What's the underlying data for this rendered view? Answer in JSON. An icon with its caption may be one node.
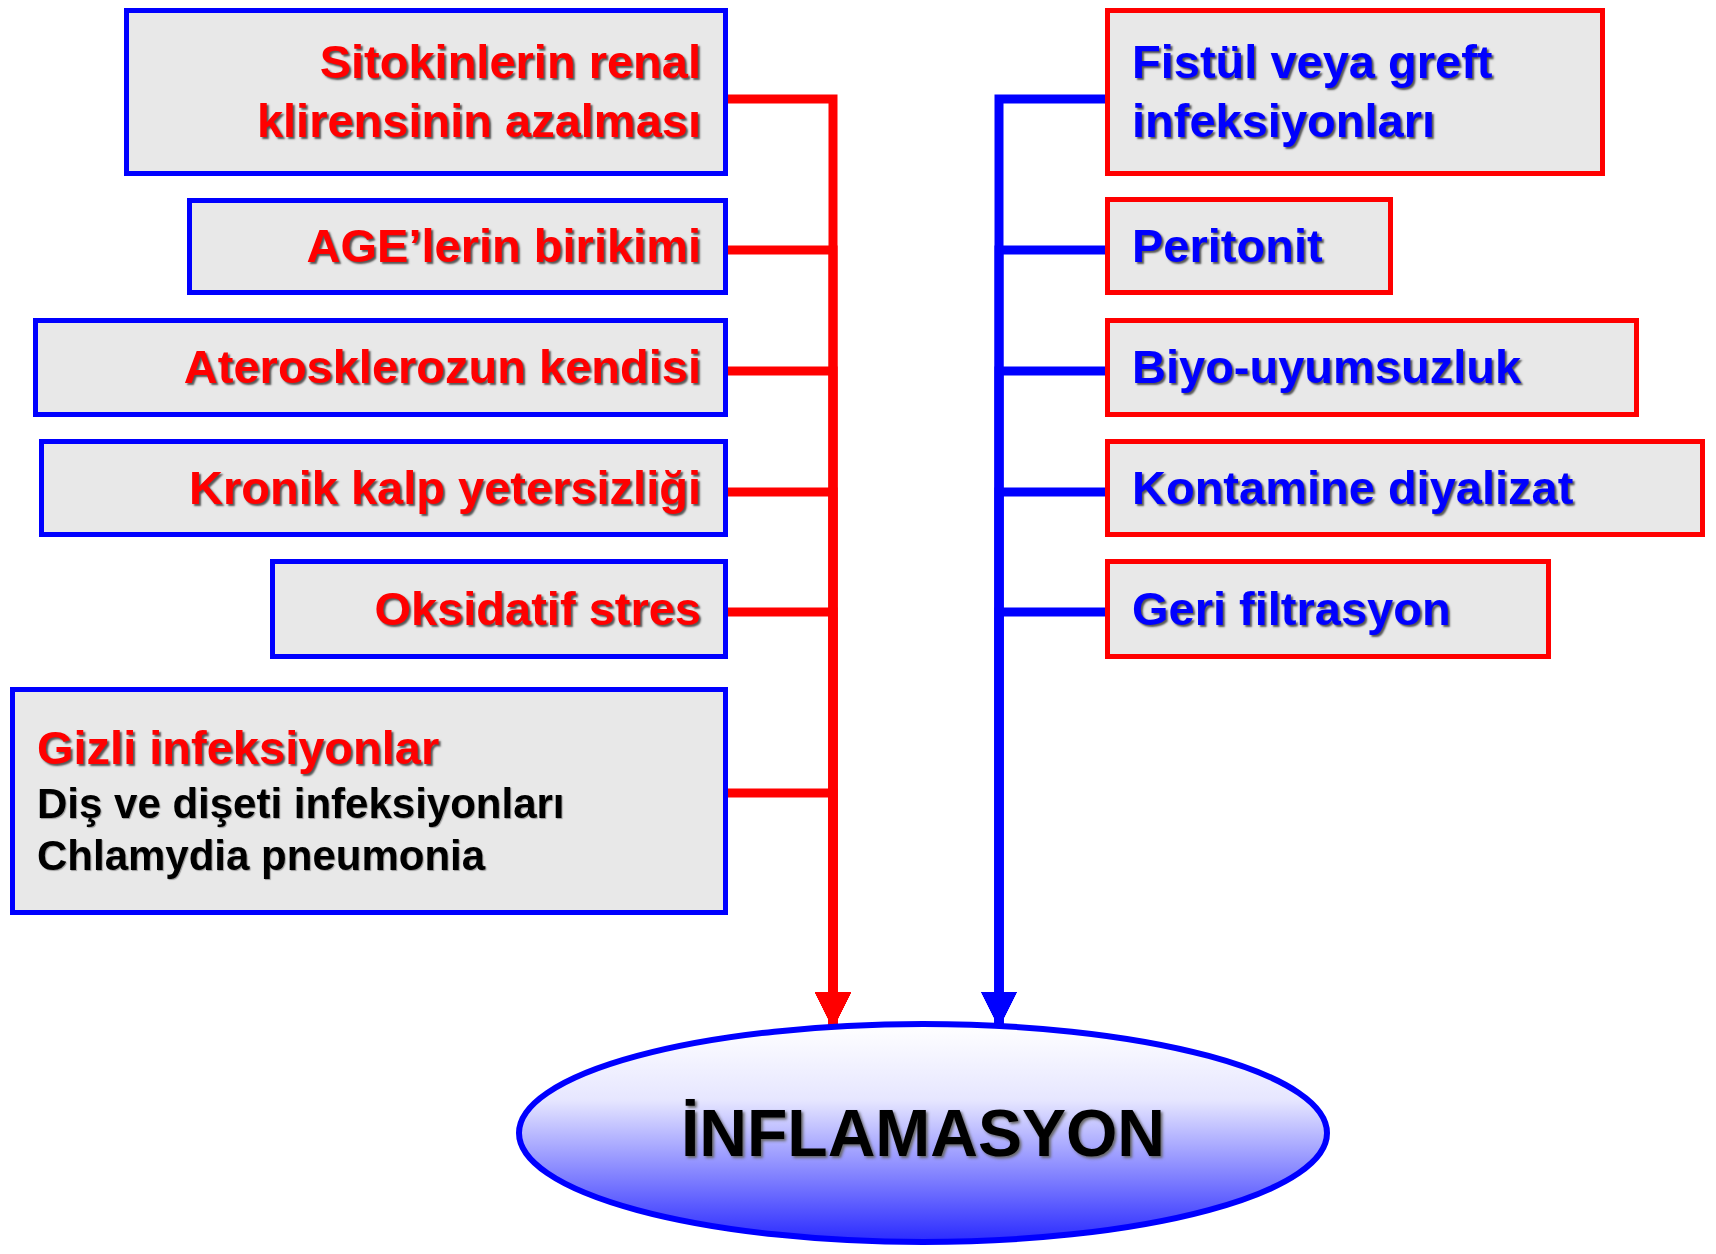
{
  "diagram": {
    "nodes": [
      {
        "text": [
          "Sitokinlerin renal klirensinin azalması"
        ]
      },
      {
        "text": [
          "AGE’lerin birikimi"
        ]
      },
      {
        "text": [
          "Aterosklerozun kendisi"
        ]
      },
      {
        "text": [
          "Kronik kalp yetersizliği"
        ]
      },
      {
        "text": [
          "Oksidatif stres"
        ]
      },
      {
        "text": [
          "Gizli infeksiyonlar",
          "Diş ve dişeti infeksiyonları",
          "Chlamydia pneumonia"
        ]
      },
      {
        "text": [
          "Fistül veya greft infeksiyonları"
        ]
      },
      {
        "text": [
          "Peritonit"
        ]
      },
      {
        "text": [
          "Biyo-uyumsuzluk"
        ]
      },
      {
        "text": [
          "Kontamine diyalizat"
        ]
      },
      {
        "text": [
          "Geri filtrasyon"
        ]
      },
      {
        "text": [
          "İNFLAMASYON"
        ]
      }
    ],
    "edges": [
      {
        "from": 0,
        "to": 11,
        "arrow": "to"
      },
      {
        "from": 1,
        "to": 11,
        "arrow": "to"
      },
      {
        "from": 2,
        "to": 11,
        "arrow": "to"
      },
      {
        "from": 3,
        "to": 11,
        "arrow": "to"
      },
      {
        "from": 4,
        "to": 11,
        "arrow": "to"
      },
      {
        "from": 5,
        "to": 11,
        "arrow": "to"
      },
      {
        "from": 6,
        "to": 11,
        "arrow": "to",
        "color": "#0000ff"
      },
      {
        "from": 7,
        "to": 11,
        "arrow": "to",
        "color": "#0000ff"
      },
      {
        "from": 8,
        "to": 11,
        "arrow": "to",
        "color": "#0000ff"
      },
      {
        "from": 9,
        "to": 11,
        "arrow": "to",
        "color": "#0000ff"
      },
      {
        "from": 10,
        "to": 11,
        "arrow": "to",
        "color": "#0000ff"
      }
    ]
  }
}
